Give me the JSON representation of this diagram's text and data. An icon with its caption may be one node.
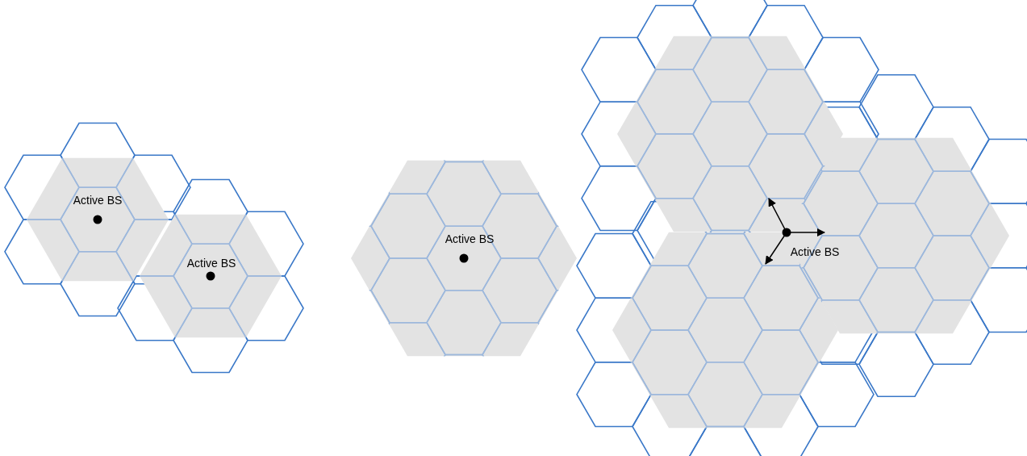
{
  "diagram": {
    "labels": [
      "Active BS",
      "Active BS",
      "Active BS",
      "Active BS"
    ]
  }
}
